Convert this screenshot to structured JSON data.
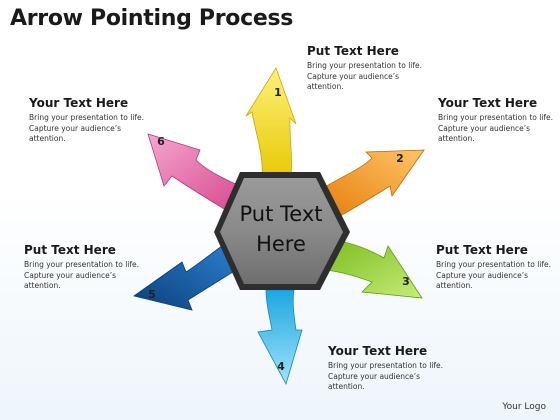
{
  "title": "Arrow Pointing Process",
  "center_label": [
    "Put Text",
    "Here"
  ],
  "steps": [
    {
      "number": "1",
      "heading": "Put Text Here",
      "body": [
        "Bring your presentation to life.",
        "Capture your audience’s",
        "attention."
      ],
      "color": "#f2d600"
    },
    {
      "number": "2",
      "heading": "Your Text Here",
      "body": [
        "Bring your presentation to life.",
        "Capture your audience’s",
        "attention."
      ],
      "color": "#f0901a"
    },
    {
      "number": "3",
      "heading": "Put Text Here",
      "body": [
        "Bring your presentation to life.",
        "Capture your audience’s",
        "attention."
      ],
      "color": "#8ccb2a"
    },
    {
      "number": "4",
      "heading": "Your Text Here",
      "body": [
        "Bring your presentation to life.",
        "Capture your audience’s",
        "attention."
      ],
      "color": "#2fb8ea"
    },
    {
      "number": "5",
      "heading": "Put Text Here",
      "body": [
        "Bring your presentation to life.",
        "Capture your audience’s",
        "attention."
      ],
      "color": "#1f6bb8"
    },
    {
      "number": "6",
      "heading": "Your Text Here",
      "body": [
        "Bring your presentation to life.",
        "Capture your audience’s",
        "attention."
      ],
      "color": "#e0559a"
    }
  ],
  "logo": "Your Logo"
}
